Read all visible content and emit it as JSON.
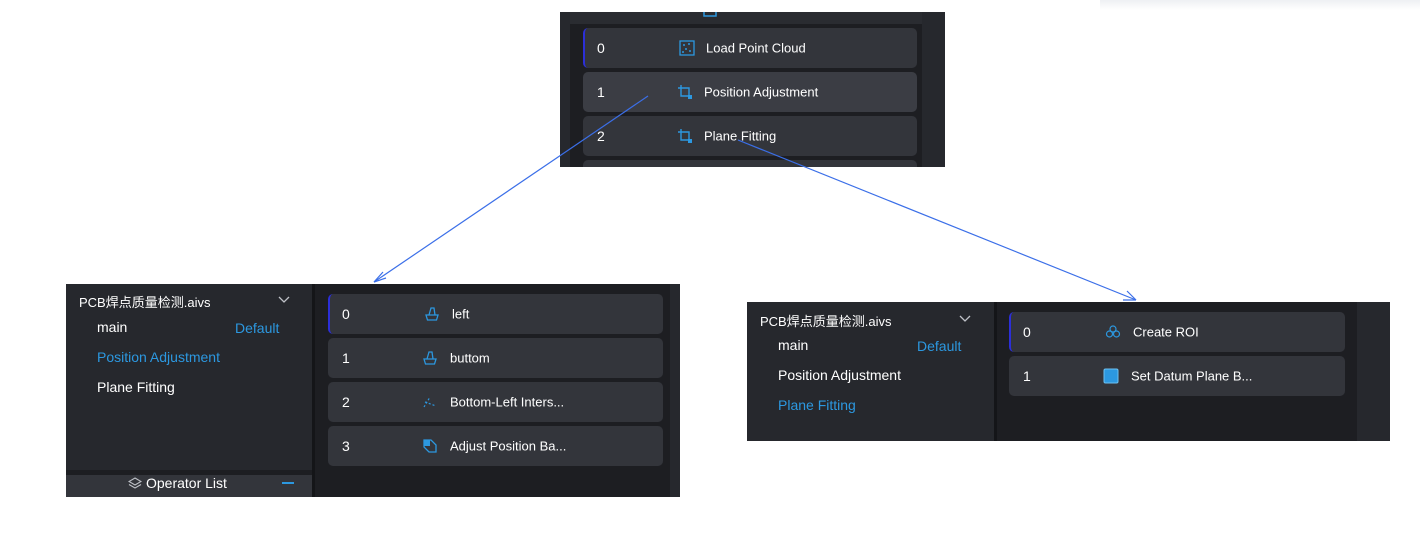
{
  "colors": {
    "panel_bg": "#1d1e22",
    "row_bg": "#33353b",
    "accent_blue": "#2c98e0",
    "selection_border": "#2c2fd8",
    "arrow": "#3b6fe8",
    "text": "#ffffff"
  },
  "top_panel": {
    "rows": [
      {
        "index": "0",
        "label": "Load Point Cloud",
        "icon": "load-point-cloud-icon"
      },
      {
        "index": "1",
        "label": "Position Adjustment",
        "icon": "position-adjustment-icon"
      },
      {
        "index": "2",
        "label": "Plane Fitting",
        "icon": "plane-fitting-icon"
      }
    ]
  },
  "left_panel": {
    "project": "PCB焊点质量检测.aivs",
    "flows": [
      {
        "label": "main",
        "badge": "Default"
      },
      {
        "label": "Position Adjustment",
        "active": true
      },
      {
        "label": "Plane Fitting"
      }
    ],
    "operator_list_label": "Operator List",
    "operator_list_icon": "layers-icon",
    "rows": [
      {
        "index": "0",
        "label": "left",
        "icon": "basket-icon"
      },
      {
        "index": "1",
        "label": "buttom",
        "icon": "basket-icon"
      },
      {
        "index": "2",
        "label": "Bottom-Left Inters...",
        "icon": "intersection-icon"
      },
      {
        "index": "3",
        "label": "Adjust Position Ba...",
        "icon": "adjust-position-icon"
      }
    ]
  },
  "right_panel": {
    "project": "PCB焊点质量检测.aivs",
    "flows": [
      {
        "label": "main",
        "badge": "Default"
      },
      {
        "label": "Position Adjustment"
      },
      {
        "label": "Plane Fitting",
        "active": true
      }
    ],
    "rows": [
      {
        "index": "0",
        "label": "Create ROI",
        "icon": "create-roi-icon"
      },
      {
        "index": "1",
        "label": "Set Datum Plane B...",
        "icon": "set-datum-plane-icon"
      }
    ]
  }
}
